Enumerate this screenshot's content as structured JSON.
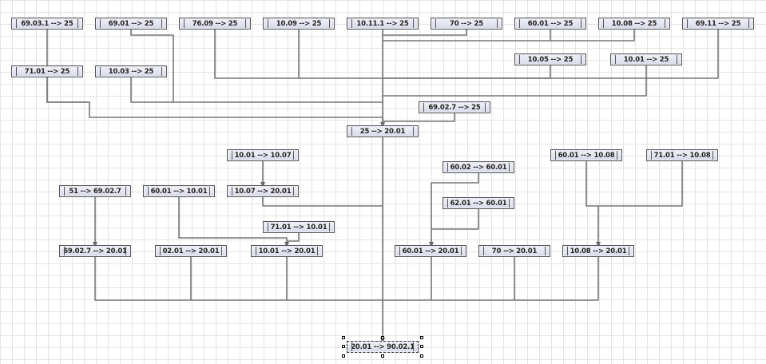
{
  "nodes": [
    {
      "id": "n1",
      "label": "69.03.1 --> 25"
    },
    {
      "id": "n2",
      "label": "69.01 --> 25"
    },
    {
      "id": "n3",
      "label": "76.09 --> 25"
    },
    {
      "id": "n4",
      "label": "10.09 --> 25"
    },
    {
      "id": "n5",
      "label": "10.11.1 --> 25"
    },
    {
      "id": "n6",
      "label": "70 --> 25"
    },
    {
      "id": "n7",
      "label": "60.01 --> 25"
    },
    {
      "id": "n8",
      "label": "10.08 --> 25"
    },
    {
      "id": "n9",
      "label": "69.11 --> 25"
    },
    {
      "id": "n10",
      "label": "71.01 --> 25"
    },
    {
      "id": "n11",
      "label": "10.03 --> 25"
    },
    {
      "id": "n12",
      "label": "10.05 --> 25"
    },
    {
      "id": "n13",
      "label": "10.01 --> 25"
    },
    {
      "id": "n14",
      "label": "69.02.7 --> 25"
    },
    {
      "id": "n15",
      "label": "25 --> 20.01"
    },
    {
      "id": "n16",
      "label": "10.01 --> 10.07"
    },
    {
      "id": "n17",
      "label": "60.01 --> 10.08"
    },
    {
      "id": "n18",
      "label": "71.01 --> 10.08"
    },
    {
      "id": "n19",
      "label": "60.02 --> 60.01"
    },
    {
      "id": "n20",
      "label": "51 --> 69.02.7"
    },
    {
      "id": "n21",
      "label": "60.01 --> 10.01"
    },
    {
      "id": "n22",
      "label": "10.07 --> 20.01"
    },
    {
      "id": "n23",
      "label": "62.01 --> 60.01"
    },
    {
      "id": "n24",
      "label": "71.01 --> 10.01"
    },
    {
      "id": "n25",
      "label": "69.02.7 --> 20.01"
    },
    {
      "id": "n26",
      "label": "02.01 --> 20.01"
    },
    {
      "id": "n27",
      "label": "10.01 --> 20.01"
    },
    {
      "id": "n28",
      "label": "60.01 --> 20.01"
    },
    {
      "id": "n29",
      "label": "70 --> 20.01"
    },
    {
      "id": "n30",
      "label": "10.08 --> 20.01"
    },
    {
      "id": "n31",
      "label": "20.01 --> 90.02.1"
    }
  ],
  "selected_node": "n31"
}
